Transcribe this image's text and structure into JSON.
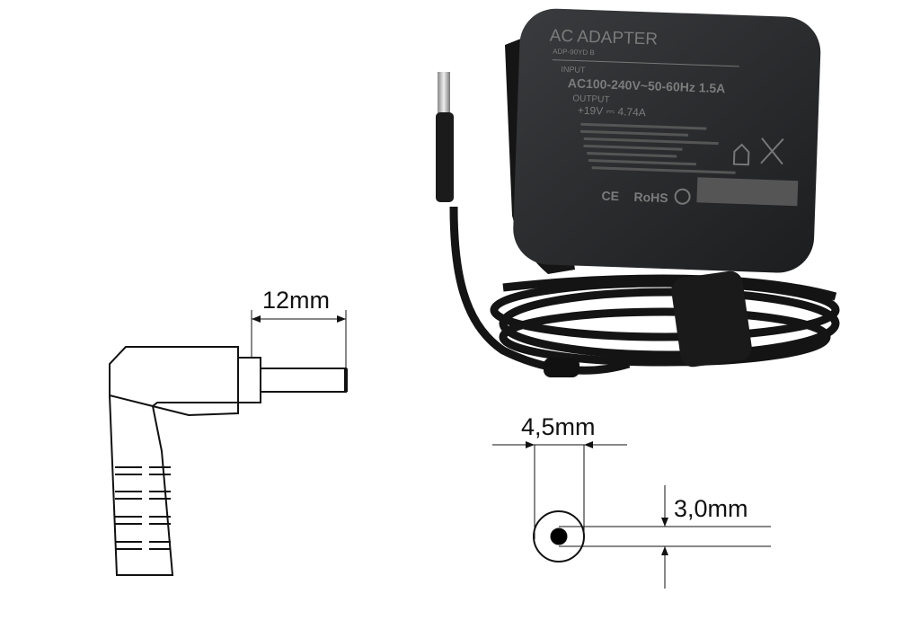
{
  "product": {
    "label_title": "AC ADAPTER",
    "label_model": "ADP-90YD B",
    "label_input_caption": "INPUT",
    "label_input": "AC100-240V~50-60Hz 1.5A",
    "label_output_caption": "OUTPUT",
    "label_output": "+19V ⎓ 4.74A",
    "marks": [
      "CE",
      "RoHS"
    ]
  },
  "dimensions": {
    "plug_length": "12mm",
    "outer_diameter": "4,5mm",
    "inner_diameter": "3,0mm"
  },
  "colors": {
    "adapter_body": "#2a2b2d",
    "line": "#111111"
  }
}
